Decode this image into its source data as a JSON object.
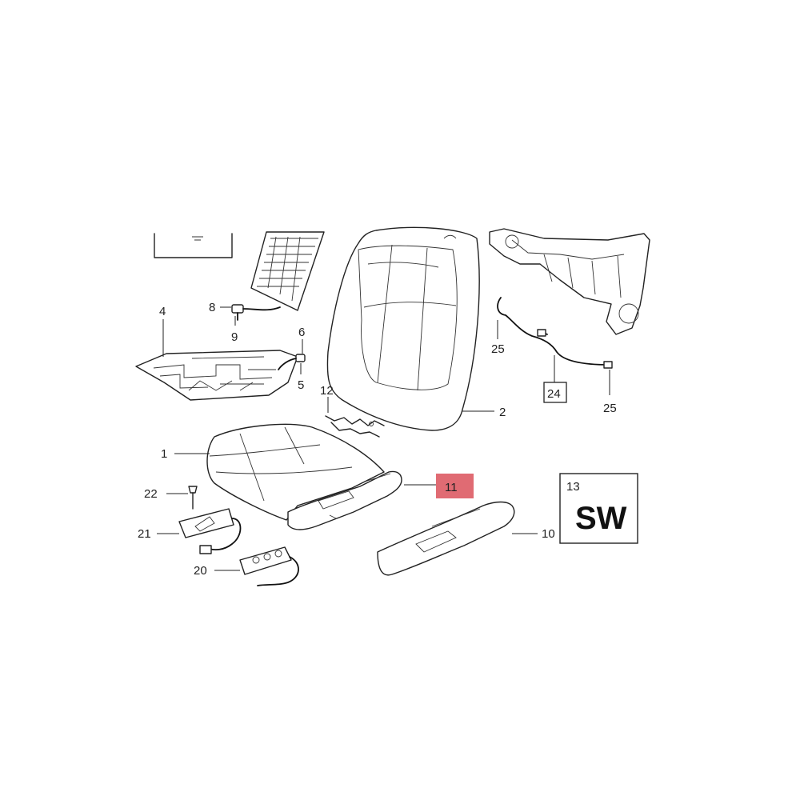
{
  "callouts": {
    "c1": "1",
    "c2": "2",
    "c4": "4",
    "c5": "5",
    "c6": "6",
    "c8": "8",
    "c9": "9",
    "c10": "10",
    "c11": "11",
    "c12": "12",
    "c13": "13",
    "c20": "20",
    "c21": "21",
    "c22": "22",
    "c24": "24",
    "c25a": "25",
    "c25b": "25"
  },
  "sw_label": "SW",
  "colors": {
    "highlight": "#e06b73",
    "line": "#222222",
    "background": "#ffffff"
  }
}
